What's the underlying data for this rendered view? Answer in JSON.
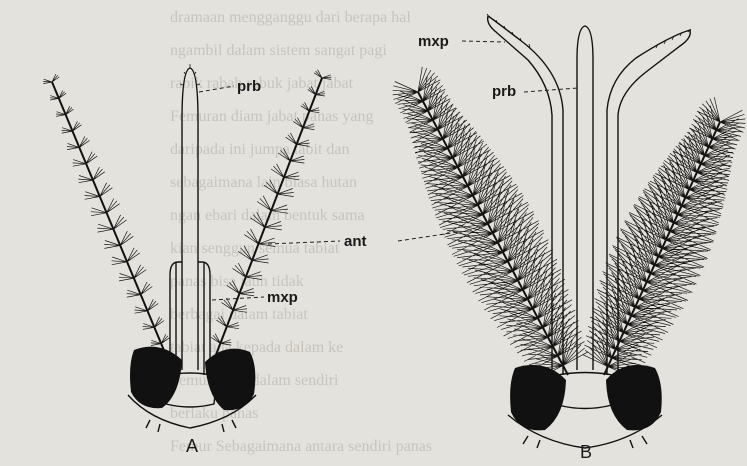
{
  "figure": {
    "panels": [
      {
        "id": "A",
        "label": "A"
      },
      {
        "id": "B",
        "label": "B"
      }
    ],
    "labels": {
      "a_prb": "prb",
      "a_mxp": "mxp",
      "ant": "ant",
      "b_mxp": "mxp",
      "b_prb": "prb"
    },
    "background_text": [
      "dramaan mengganggu dari berapa hal",
      "ngambil dalam sistem sangat pagi",
      "rabik rabah rabuk jabat jabat",
      "Femuran diam jabat panas yang",
      "daripada ini jumpa tabit dan",
      "sebagaimana lain biasa hutan",
      "ngan ebari dalam bentuk sama",
      "kian senggun semua tabiat",
      "panas bisa jauh tidak",
      "berbagai dalam tabiat",
      "tabiat ada kepada dalam ke",
      "Femur diam dalam sendiri",
      "berlaku panas",
      "Femur Sebagaimana antara sendiri panas"
    ]
  }
}
